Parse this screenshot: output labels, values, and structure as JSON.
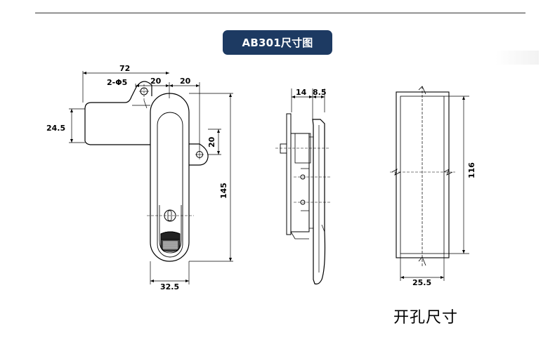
{
  "title": "AB301尺寸图",
  "caption": "开孔尺寸",
  "front_view": {
    "dims": {
      "overall_width": "72",
      "hole_spacing_a": "20",
      "hole_spacing_b": "20",
      "holes": "2-Φ5",
      "arm_height": "24.5",
      "hole_vertical": "20",
      "height": "145",
      "body_width": "32.5"
    }
  },
  "side_view": {
    "dims": {
      "depth": "14",
      "flange": "8.5"
    }
  },
  "cutout_view": {
    "dims": {
      "height": "116",
      "width": "25.5"
    }
  }
}
